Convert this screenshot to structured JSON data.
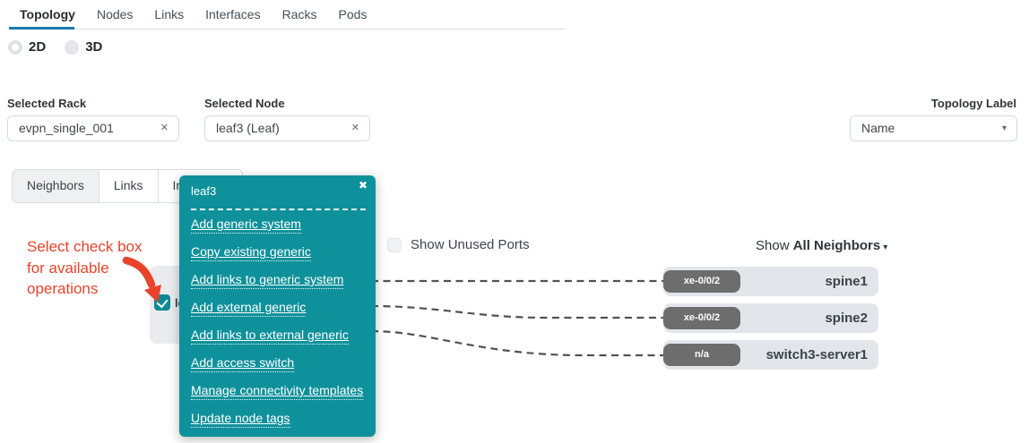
{
  "header": {
    "tabs": [
      {
        "label": "Topology",
        "active": true
      },
      {
        "label": "Nodes"
      },
      {
        "label": "Links"
      },
      {
        "label": "Interfaces"
      },
      {
        "label": "Racks"
      },
      {
        "label": "Pods"
      }
    ]
  },
  "view_mode": {
    "options": [
      {
        "label": "2D",
        "selected": true
      },
      {
        "label": "3D",
        "selected": false
      }
    ]
  },
  "filters": {
    "rack": {
      "label": "Selected Rack",
      "value": "evpn_single_001",
      "clear_icon": "✕"
    },
    "node": {
      "label": "Selected Node",
      "value": "leaf3 (Leaf)",
      "clear_icon": "✕"
    },
    "topology_label": {
      "label": "Topology Label",
      "value": "Name",
      "caret_icon": "▾"
    }
  },
  "detail_tabs": [
    {
      "label": "Neighbors",
      "active": true
    },
    {
      "label": "Links"
    },
    {
      "label": "Interfaces"
    }
  ],
  "annotation": {
    "line1": "Select check box",
    "line2": "for available",
    "line3": "operations"
  },
  "node_card": {
    "label": "leaf3",
    "checked": true
  },
  "context_menu": {
    "title": "leaf3",
    "close_icon": "✖",
    "items": [
      "Add generic system",
      "Copy existing generic",
      "Add links to generic system",
      "Add external generic",
      "Add links to external generic",
      "Add access switch",
      "Manage connectivity templates",
      "Update node tags"
    ]
  },
  "toolbar": {
    "show_unused_ports": {
      "label": "Show Unused Ports",
      "checked": false
    },
    "neighbors_filter": {
      "prefix": "Show",
      "value": "All Neighbors",
      "caret_icon": "▾"
    }
  },
  "neighbors": [
    {
      "port": "xe-0/0/2",
      "name": "spine1"
    },
    {
      "port": "xe-0/0/2",
      "name": "spine2"
    },
    {
      "port": "n/a",
      "name": "switch3-server1"
    }
  ],
  "colors": {
    "accent_teal": "#0f919b",
    "tab_underline_blue": "#1b78b0",
    "annotation_red": "#e8432b",
    "badge_gray": "#6d6d6d",
    "neighbor_row_bg": "#e2e6eb"
  }
}
